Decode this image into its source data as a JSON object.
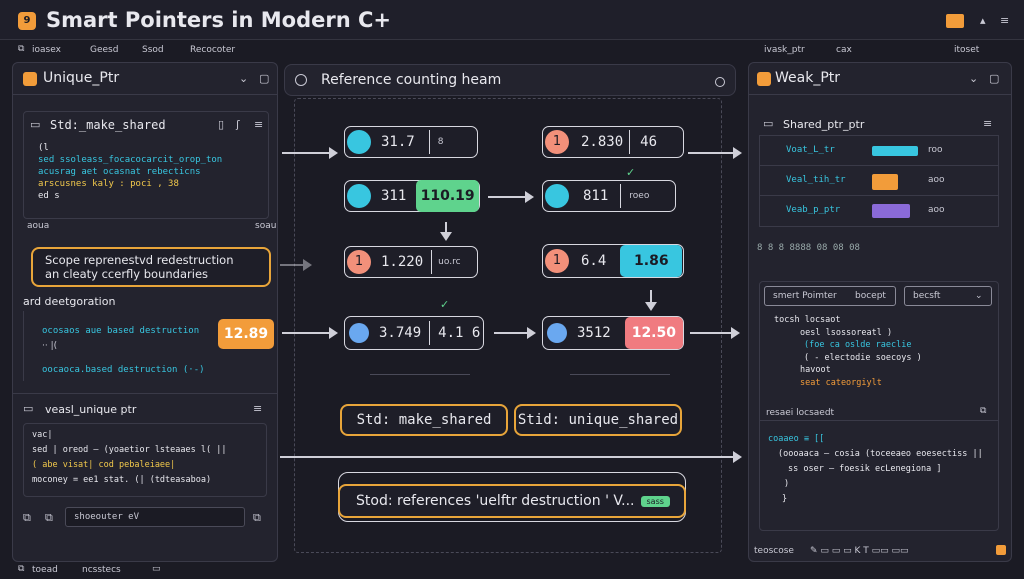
{
  "app": {
    "title": "Smart Pointers in Modern C+",
    "logo_glyph": "9",
    "accent": "#f29c3a"
  },
  "menubar": {
    "left_items": [
      "ioasex",
      "Geesd",
      "Ssod",
      "Recocoter"
    ],
    "right_items": [
      "ivask_ptr",
      "cax"
    ],
    "far_right": "itoset"
  },
  "left_panel": {
    "title": "Unique_Ptr",
    "section1": {
      "title": "Std:_make_shared",
      "code": [
        "(l",
        "sed ssoleass_focacocarcit_orop_ton",
        "acusrag aet ocasnat rebecticns",
        "arscusnes kaly : poci , 38",
        "ed  s"
      ],
      "footer_left": "aoua",
      "footer_right": "soau"
    },
    "callout": "Scope reprenestvd redestruction\nan cleaty ccerfly boundaries",
    "label": "ard deetgoration",
    "badge_row": {
      "text": "ocosaos aue based destruction",
      "value": "12.89",
      "sub": "··  |(",
      "footer": "oocaoca.based destruction (·-)"
    },
    "section2": {
      "title": "veasl_unique ptr",
      "code": [
        "vac|",
        "sed |  oreod — (yoaetior lsteaaes l(  ||",
        "(  abe   visat|       cod pebaleiaee|",
        "moconey =  ee1 stat. (|   (tdteasaboa)"
      ],
      "input_value": "shoeouter eV"
    },
    "status": [
      "toead",
      "ncsstecs"
    ]
  },
  "center": {
    "header": "Reference counting heam",
    "nodes": {
      "a_val": "31.7",
      "a_tag": "8",
      "b_num": "1",
      "b_val": "2.830",
      "b_tag": "46",
      "c_val": "311",
      "c_badge": "110.19",
      "d_val": "811",
      "d_tag": "roeo",
      "e_num": "1",
      "e_val": "1.220",
      "e_tag": "uo.rc",
      "f_num": "1",
      "f_val": "6.4",
      "f_badge": "1.86",
      "g_val": "3.749",
      "g_tag": "4.1 6",
      "h_val": "3512",
      "h_badge": "12.50"
    },
    "pill1": "Std:  make_shared",
    "pill2": "Stid:  unique_shared",
    "pill3": "Stod: references 'uelftr  destruction '  V...",
    "pill3_badge": "sass"
  },
  "right_panel": {
    "title": "Weak_Ptr",
    "section1": {
      "title": "Shared_ptr_ptr",
      "rows": [
        {
          "label": "Voat_L_tr",
          "color": "#38c6e0",
          "tag": "roo"
        },
        {
          "label": "Veal_tih_tr",
          "color": "#f29c3a",
          "tag": "aoo"
        },
        {
          "label": "Veab_p_ptr",
          "color": "#8a6ad8",
          "tag": "aoo"
        }
      ]
    },
    "toolbar_icons": "8  8  8 8888  08  08  08",
    "code_box": {
      "dropdown1": "smert Poimter",
      "dropdown1_tag": "bocept",
      "dropdown2": "becsft",
      "code": [
        "tocsh locsaot",
        "oesl lsossoreatl )",
        "(foe  ca oslde   raeclie",
        "( -  electodie soecoys )",
        "havoot",
        "seat   cateorgiylt"
      ],
      "tag2": "resaei locsaedt",
      "code2": [
        "coaaeo  ≡  [[",
        "(oooaaca  — cosia (toceeaeo  eoesectiss  ||",
        "ss  oser —  foesik ecLenegiona ]",
        ")",
        "}"
      ]
    },
    "status": [
      "teoscose"
    ]
  }
}
